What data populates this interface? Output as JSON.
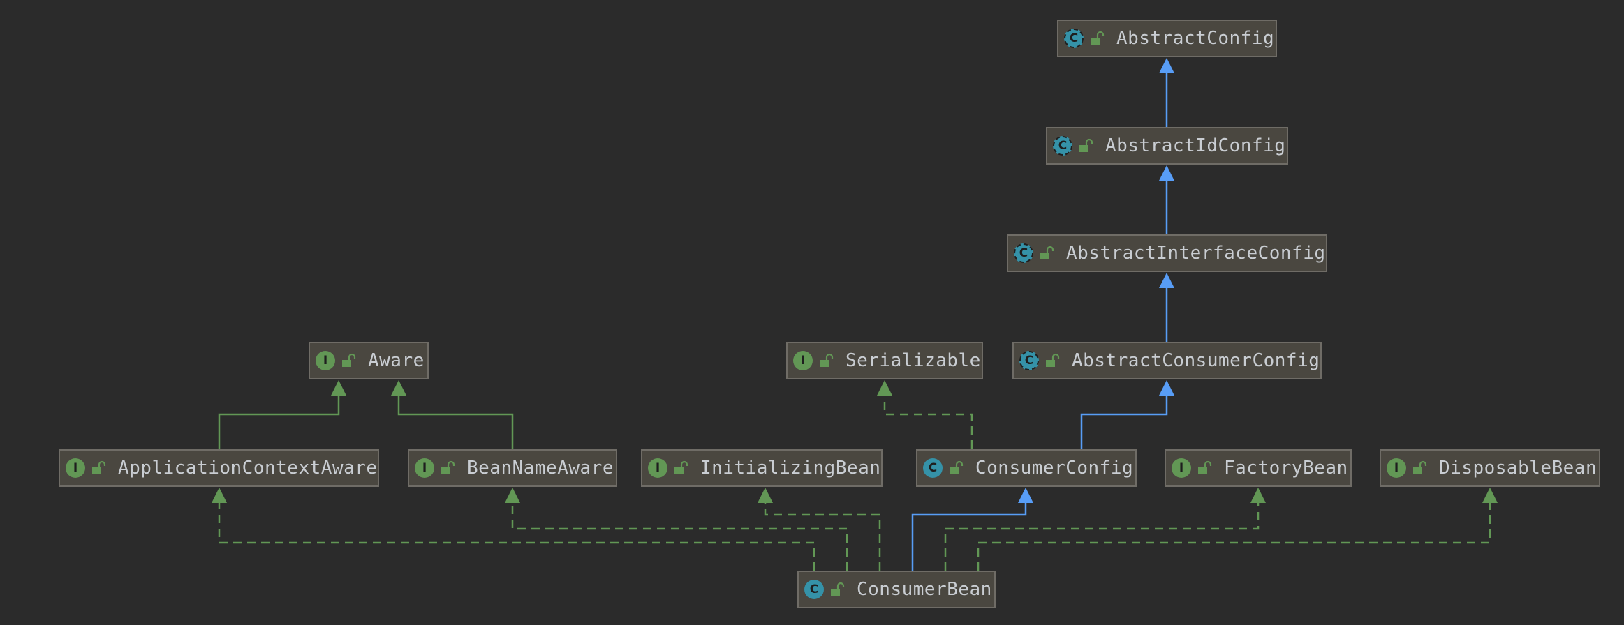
{
  "colors": {
    "background": "#2b2b2b",
    "node_fill": "#4a4740",
    "node_border": "#6f6c66",
    "text": "#c9cdd2",
    "extends_edge": "#589df6",
    "implements_edge": "#629755",
    "interface_badge": "#629755",
    "class_badge": "#3592a8"
  },
  "nodes": [
    {
      "id": "abstractconfig",
      "name": "AbstractConfig",
      "kind": "abstract-class",
      "badge": "C"
    },
    {
      "id": "abstractidconfig",
      "name": "AbstractIdConfig",
      "kind": "abstract-class",
      "badge": "C"
    },
    {
      "id": "abstractinterfaceconfig",
      "name": "AbstractInterfaceConfig",
      "kind": "abstract-class",
      "badge": "C"
    },
    {
      "id": "abstractconsumerconfig",
      "name": "AbstractConsumerConfig",
      "kind": "abstract-class",
      "badge": "C"
    },
    {
      "id": "aware",
      "name": "Aware",
      "kind": "interface",
      "badge": "I"
    },
    {
      "id": "serializable",
      "name": "Serializable",
      "kind": "interface",
      "badge": "I"
    },
    {
      "id": "applicationcontextaware",
      "name": "ApplicationContextAware",
      "kind": "interface",
      "badge": "I"
    },
    {
      "id": "beannameaware",
      "name": "BeanNameAware",
      "kind": "interface",
      "badge": "I"
    },
    {
      "id": "initializingbean",
      "name": "InitializingBean",
      "kind": "interface",
      "badge": "I"
    },
    {
      "id": "consumerconfig",
      "name": "ConsumerConfig",
      "kind": "class",
      "badge": "C"
    },
    {
      "id": "factorybean",
      "name": "FactoryBean",
      "kind": "interface",
      "badge": "I"
    },
    {
      "id": "disposablebean",
      "name": "DisposableBean",
      "kind": "interface",
      "badge": "I"
    },
    {
      "id": "consumerbean",
      "name": "ConsumerBean",
      "kind": "class",
      "badge": "C"
    }
  ],
  "edges": [
    {
      "from": "abstractidconfig",
      "to": "abstractconfig",
      "type": "extends"
    },
    {
      "from": "abstractinterfaceconfig",
      "to": "abstractidconfig",
      "type": "extends"
    },
    {
      "from": "abstractconsumerconfig",
      "to": "abstractinterfaceconfig",
      "type": "extends"
    },
    {
      "from": "consumerconfig",
      "to": "abstractconsumerconfig",
      "type": "extends"
    },
    {
      "from": "consumerconfig",
      "to": "serializable",
      "type": "implements"
    },
    {
      "from": "applicationcontextaware",
      "to": "aware",
      "type": "extends-interface"
    },
    {
      "from": "beannameaware",
      "to": "aware",
      "type": "extends-interface"
    },
    {
      "from": "consumerbean",
      "to": "consumerconfig",
      "type": "extends"
    },
    {
      "from": "consumerbean",
      "to": "applicationcontextaware",
      "type": "implements"
    },
    {
      "from": "consumerbean",
      "to": "beannameaware",
      "type": "implements"
    },
    {
      "from": "consumerbean",
      "to": "initializingbean",
      "type": "implements"
    },
    {
      "from": "consumerbean",
      "to": "factorybean",
      "type": "implements"
    },
    {
      "from": "consumerbean",
      "to": "disposablebean",
      "type": "implements"
    }
  ]
}
